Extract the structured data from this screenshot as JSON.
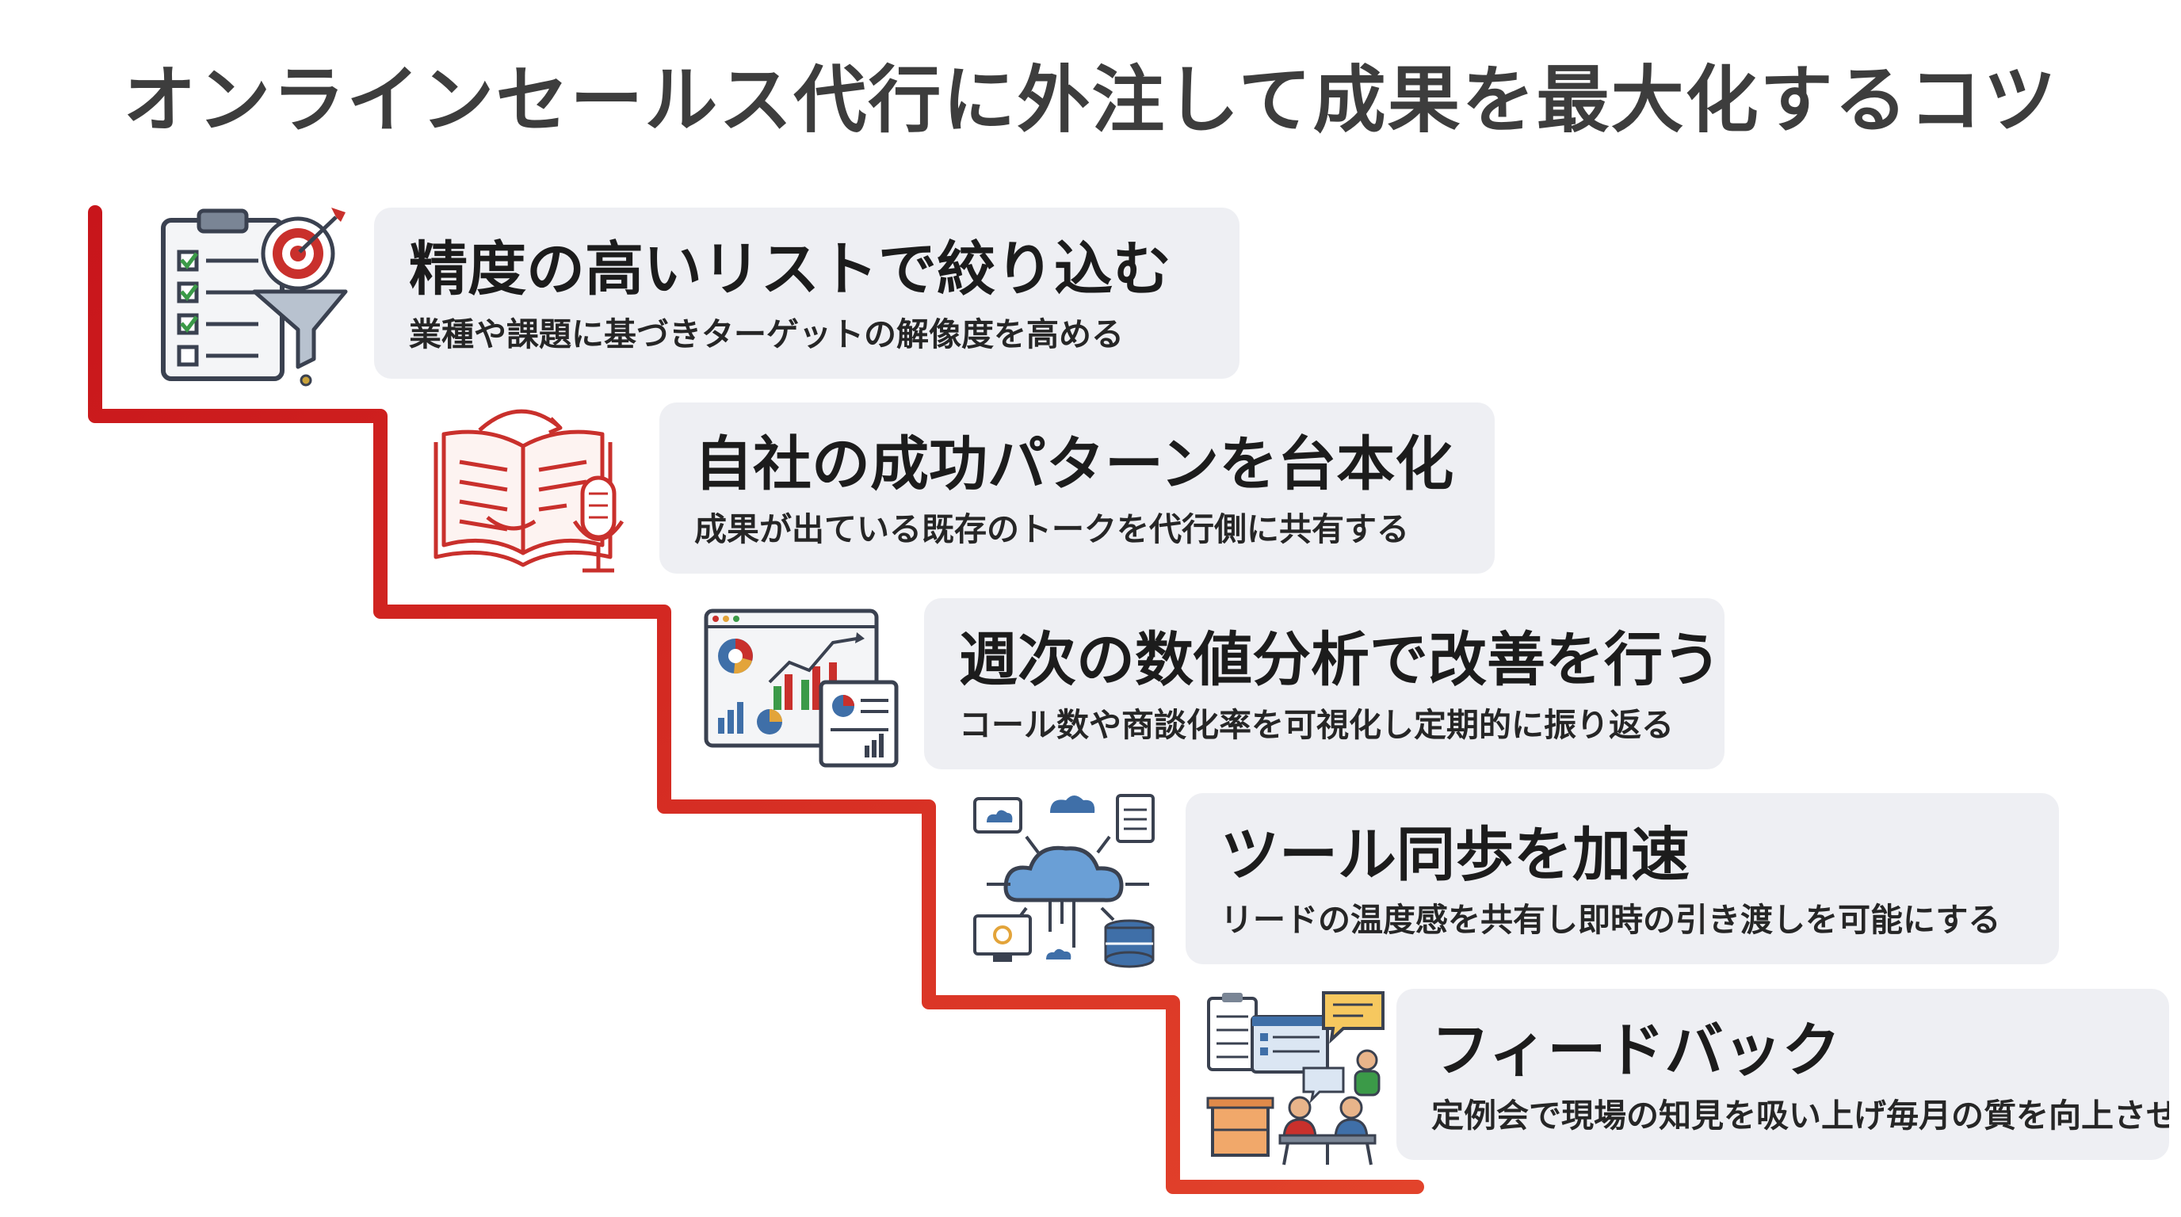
{
  "title": "オンラインセールス代行に外注して成果を最大化するコツ",
  "colors": {
    "stair_line": "#d42b22",
    "card_bg": "#eeeff3",
    "icon_accent": "#c9302c",
    "icon_blue": "#3f6fa8",
    "icon_dark": "#3a4150"
  },
  "steps": [
    {
      "title": "精度の高いリストで絞り込む",
      "desc": "業種や課題に基づきターゲットの解像度を高める",
      "icon": "checklist-target-funnel-icon"
    },
    {
      "title": "自社の成功パターンを台本化",
      "desc": "成果が出ている既存のトークを代行側に共有する",
      "icon": "book-microphone-icon"
    },
    {
      "title": "週次の数値分析で改善を行う",
      "desc": "コール数や商談化率を可視化し定期的に振り返る",
      "icon": "analytics-dashboard-icon"
    },
    {
      "title": "ツール同歩を加速",
      "desc": "リードの温度感を共有し即時の引き渡しを可能にする",
      "icon": "cloud-sync-network-icon"
    },
    {
      "title": "フィードバック",
      "desc": "定例会で現場の知見を吸い上げ毎月の質を向上させる",
      "icon": "meeting-feedback-icon"
    }
  ]
}
